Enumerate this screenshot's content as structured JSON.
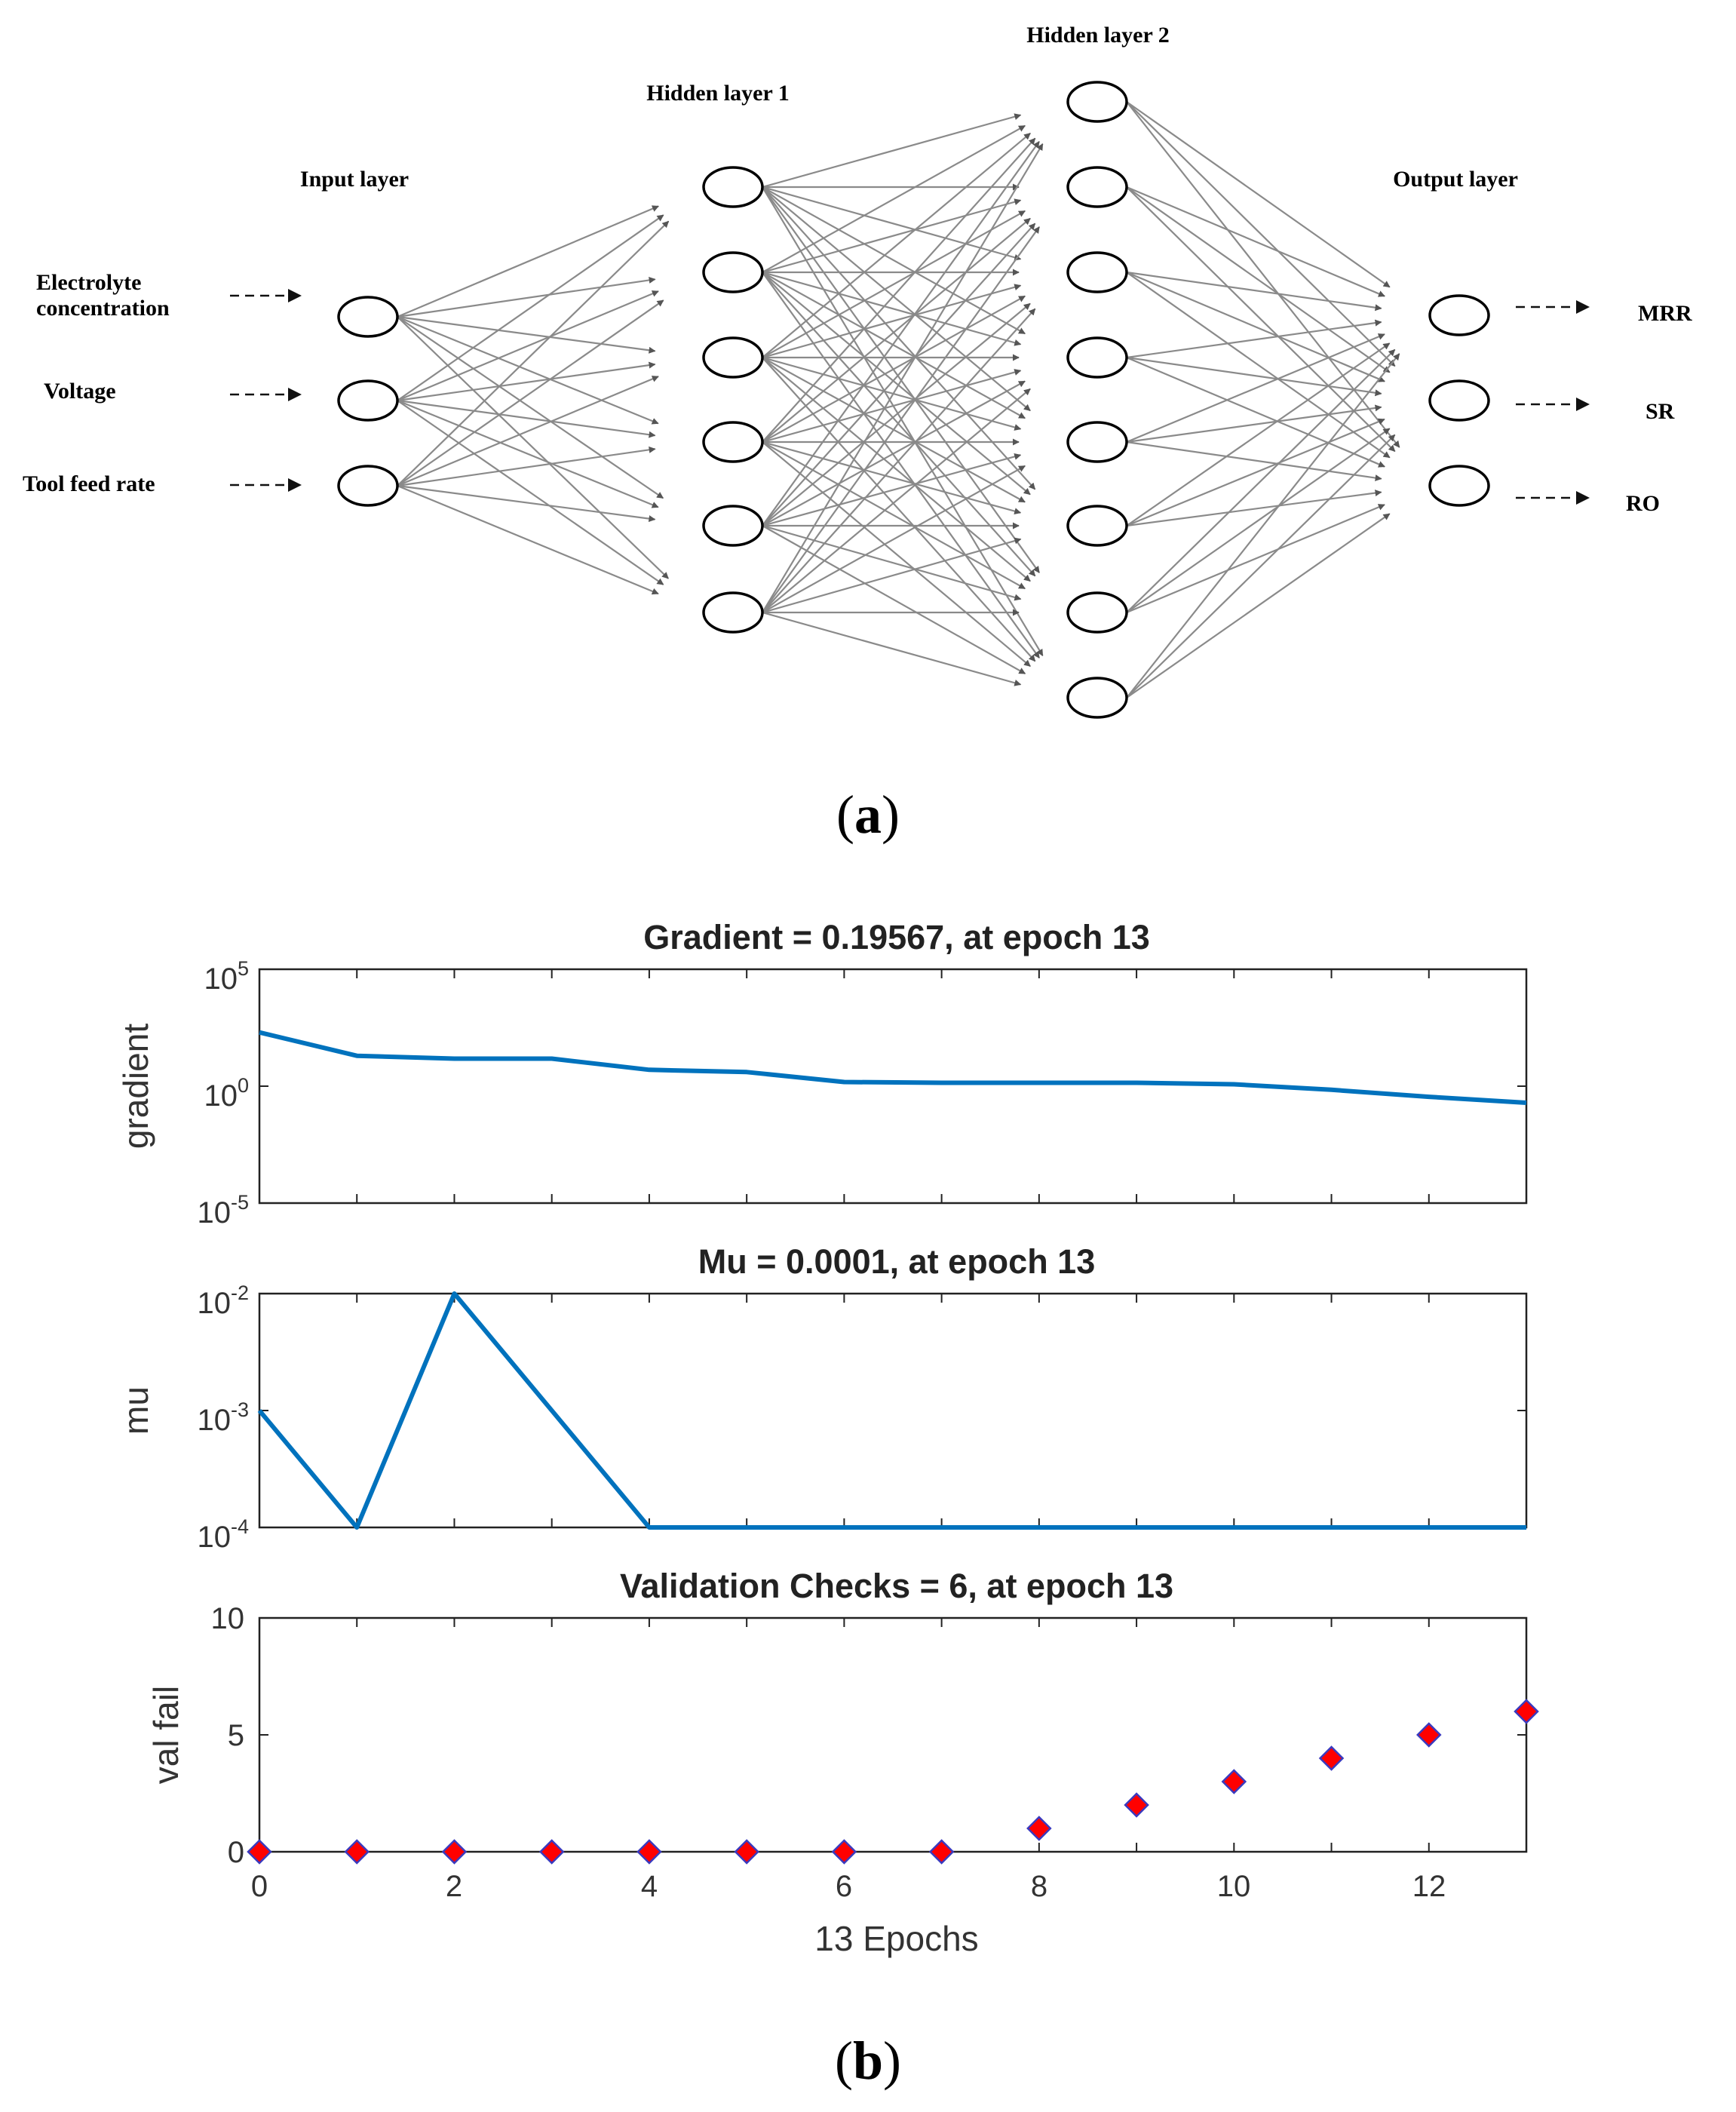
{
  "panel_a": {
    "label_open": "(",
    "label_letter": "a",
    "label_close": ")",
    "layer_titles": {
      "input": "Input layer",
      "hidden1": "Hidden layer 1",
      "hidden2": "Hidden layer 2",
      "output": "Output layer"
    },
    "inputs": [
      {
        "lines": [
          "Electrolyte",
          "concentration"
        ]
      },
      {
        "lines": [
          "Voltage"
        ]
      },
      {
        "lines": [
          "Tool feed rate"
        ]
      }
    ],
    "outputs": [
      "MRR",
      "SR",
      "RO"
    ],
    "layer_sizes": [
      3,
      6,
      8,
      3
    ]
  },
  "panel_b": {
    "label_open": "(",
    "label_letter": "b",
    "label_close": ")",
    "colors": {
      "line": "#0072BD",
      "marker_fill": "#FF0000",
      "marker_edge": "#3A3ABF"
    }
  },
  "chart_data": [
    {
      "type": "line",
      "title": "Gradient = 0.19567, at epoch 13",
      "ylabel": "gradient",
      "xlabel": "",
      "yscale": "log",
      "ylim": [
        1e-05,
        100000
      ],
      "xlim": [
        0,
        13
      ],
      "yticks": [
        {
          "base": "10",
          "exp": "5"
        },
        {
          "base": "10",
          "exp": "0"
        },
        {
          "base": "10",
          "exp": "-5"
        }
      ],
      "x": [
        0,
        1,
        2,
        3,
        4,
        5,
        6,
        7,
        8,
        9,
        10,
        11,
        12,
        13
      ],
      "y": [
        200,
        20,
        15,
        15,
        5,
        4,
        1.5,
        1.4,
        1.4,
        1.4,
        1.2,
        0.7,
        0.35,
        0.19567
      ]
    },
    {
      "type": "line",
      "title": "Mu = 0.0001, at epoch 13",
      "ylabel": "mu",
      "xlabel": "",
      "yscale": "log",
      "ylim": [
        0.0001,
        0.01
      ],
      "xlim": [
        0,
        13
      ],
      "yticks": [
        {
          "base": "10",
          "exp": "-2"
        },
        {
          "base": "10",
          "exp": "-3"
        },
        {
          "base": "10",
          "exp": "-4"
        }
      ],
      "x": [
        0,
        1,
        2,
        3,
        4,
        5,
        6,
        7,
        8,
        9,
        10,
        11,
        12,
        13
      ],
      "y": [
        0.001,
        0.0001,
        0.01,
        0.001,
        0.0001,
        0.0001,
        0.0001,
        0.0001,
        0.0001,
        0.0001,
        0.0001,
        0.0001,
        0.0001,
        0.0001
      ]
    },
    {
      "type": "scatter",
      "title": "Validation Checks = 6, at epoch 13",
      "ylabel": "val fail",
      "xlabel": "13 Epochs",
      "yscale": "linear",
      "ylim": [
        0,
        10
      ],
      "xlim": [
        0,
        13
      ],
      "yticks": [
        "0",
        "5",
        "10"
      ],
      "xticks": [
        "0",
        "2",
        "4",
        "6",
        "8",
        "10",
        "12"
      ],
      "x": [
        0,
        1,
        2,
        3,
        4,
        5,
        6,
        7,
        8,
        9,
        10,
        11,
        12,
        13
      ],
      "y": [
        0,
        0,
        0,
        0,
        0,
        0,
        0,
        0,
        1,
        2,
        3,
        4,
        5,
        6
      ]
    }
  ]
}
